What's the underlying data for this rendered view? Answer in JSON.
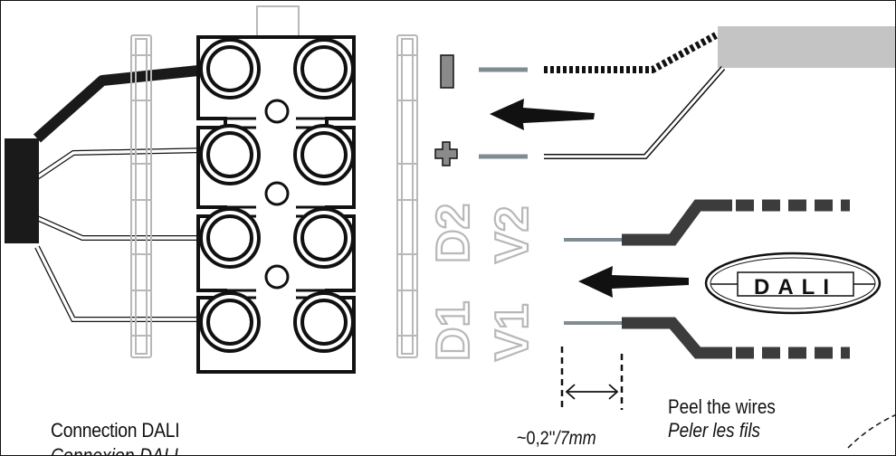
{
  "caption": {
    "title": "Connection DALI",
    "subtitle": "Connexion DALI"
  },
  "strip": {
    "title": "Peel the wires",
    "subtitle": "Peler les fils",
    "length_prefix": "~0,2''",
    "length_suffix": "/7mm"
  },
  "terminals": {
    "column1": [
      "D1",
      "V1"
    ],
    "column2": [
      "D2",
      "V2"
    ]
  },
  "polarity": {
    "negative": "minus-sign",
    "positive": "plus-sign"
  },
  "logo": {
    "text": "DALI"
  },
  "colors": {
    "ink": "#111111",
    "outline_gray": "#b5b5b5",
    "cable_gray": "#c4c4c4",
    "wire_dark": "#3c3c3c",
    "wire_mid": "#7f8c92"
  }
}
